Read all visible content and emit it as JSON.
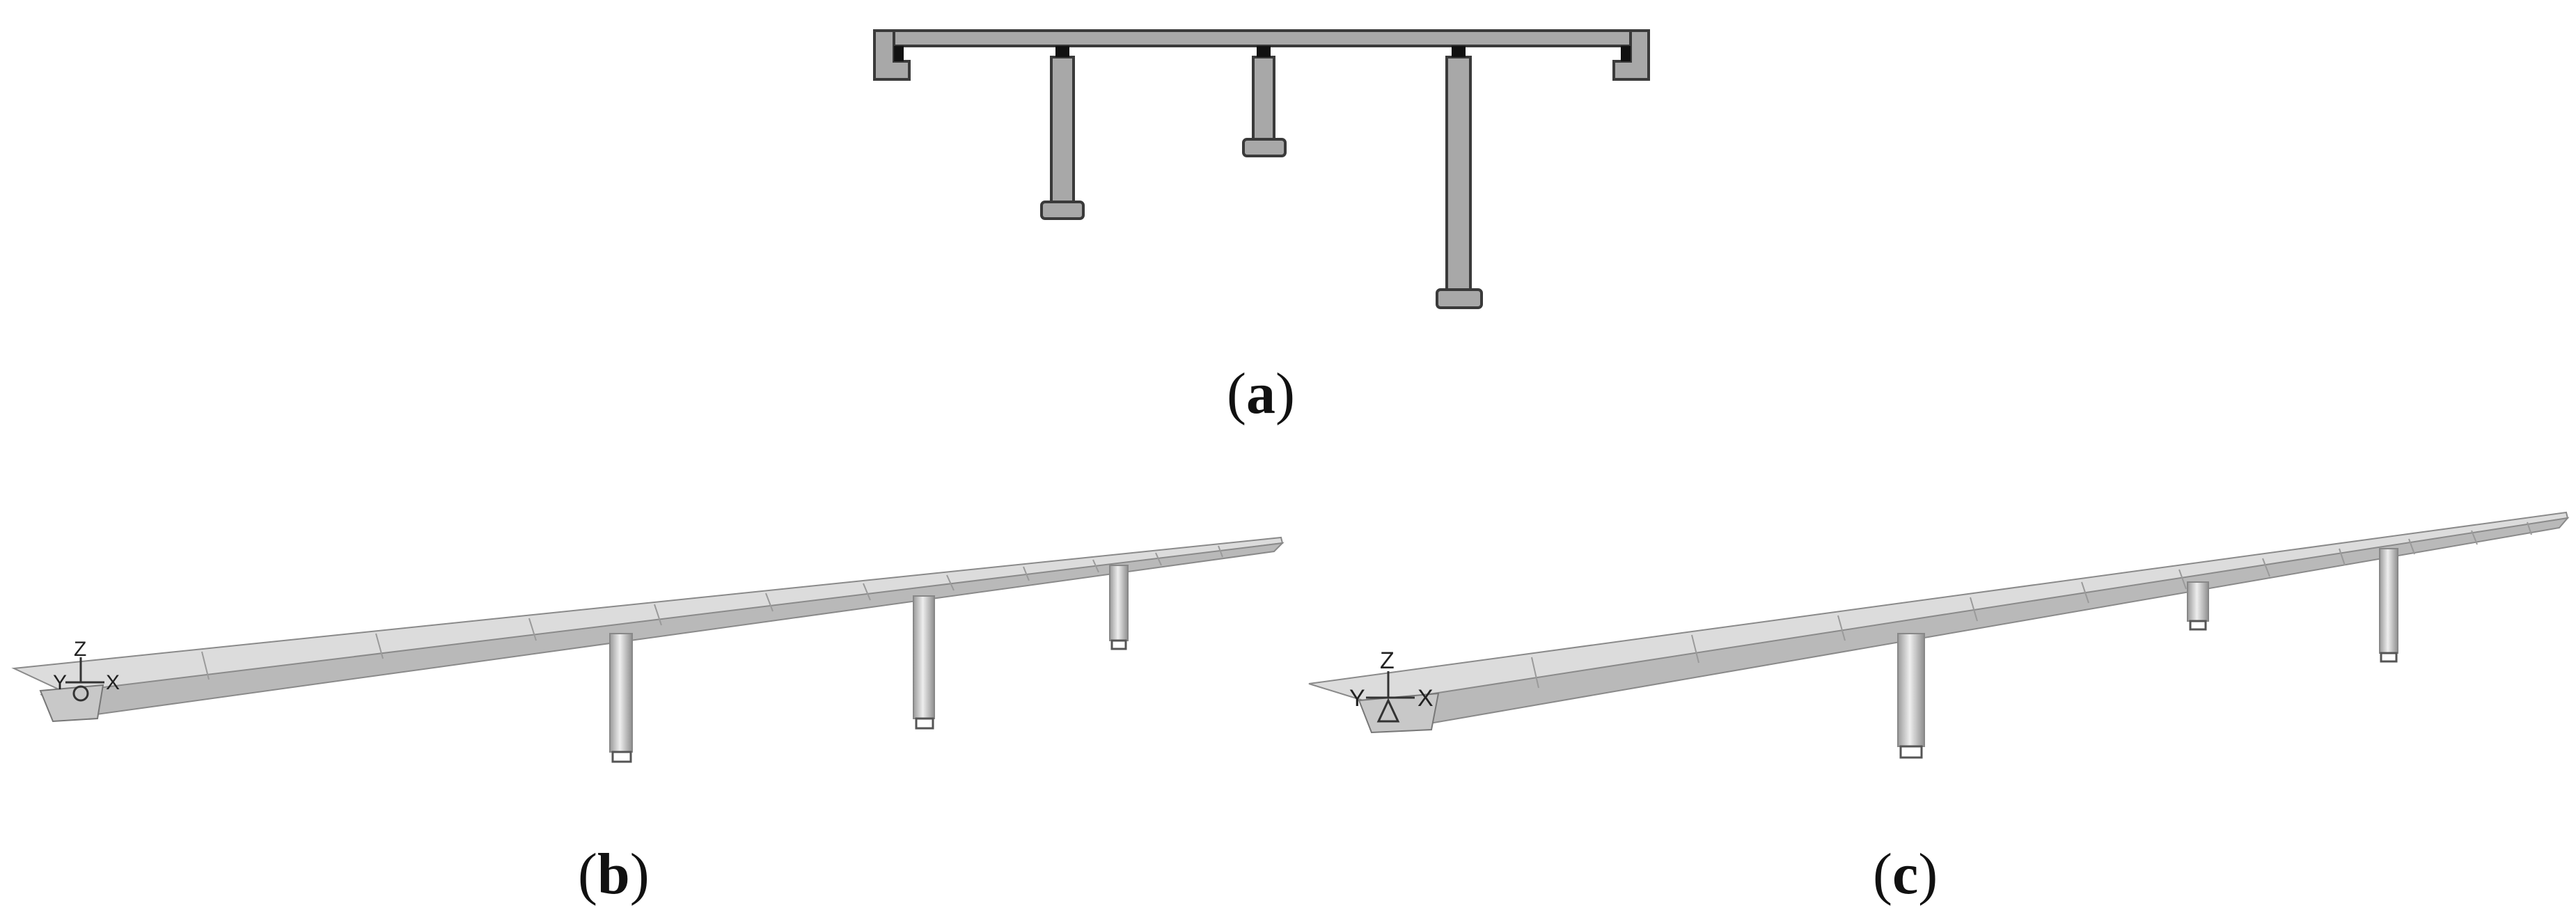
{
  "figure": {
    "panels": [
      {
        "id": "a",
        "caption": {
          "open": "(",
          "letter": "a",
          "close": ")"
        }
      },
      {
        "id": "b",
        "caption": {
          "open": "(",
          "letter": "b",
          "close": ")"
        },
        "axes": {
          "z": "Z",
          "y": "Y",
          "x": "X"
        }
      },
      {
        "id": "c",
        "caption": {
          "open": "(",
          "letter": "c",
          "close": ")"
        },
        "axes": {
          "z": "Z",
          "y": "Y",
          "x": "X"
        }
      }
    ]
  },
  "colors": {
    "section_fill": "#a8a8a8",
    "section_stroke": "#3a3a3a",
    "bearing": "#111111",
    "deck_top": "#dcdcdc",
    "deck_side": "#b9b9b9",
    "deck_edge": "#8a8a8a",
    "pier_light": "#e6e6e6",
    "pier_dark": "#9a9a9a"
  }
}
